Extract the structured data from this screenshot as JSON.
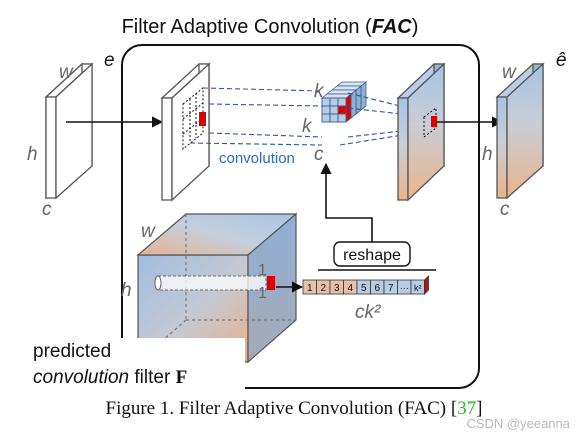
{
  "title": {
    "text": "Filter Adaptive Convolution (",
    "abbr": "FAC",
    "close": ")"
  },
  "input": {
    "w": "w",
    "h": "h",
    "c": "c",
    "name": "e"
  },
  "output": {
    "w": "w",
    "h": "h",
    "c": "c",
    "name": "ê"
  },
  "kernel": {
    "k_top": "k",
    "k_side": "k",
    "c": "c"
  },
  "conv_label": "convolution",
  "filter_cube": {
    "w": "w",
    "h": "h",
    "one_a": "1",
    "one_b": "1"
  },
  "reshape_label": "reshape",
  "vector": {
    "cells": [
      "1",
      "2",
      "3",
      "4",
      "5",
      "6",
      "7",
      "···",
      "k²"
    ],
    "size_label": "ck²"
  },
  "filter_caption": {
    "line1": "predicted",
    "line2_italic": "convolution",
    "line2_rest": " filter ",
    "bold": "F"
  },
  "caption": {
    "text": "Figure 1. Filter Adaptive Convolution (FAC) [",
    "ref": "37",
    "close": "]"
  },
  "watermark": "CSDN @yeeanna",
  "colors": {
    "blue": "#a7c3e0",
    "orange": "#e8b48a",
    "red": "#e00000",
    "dash_blue": "#2c5aa0",
    "conv_text": "#2f6db5"
  }
}
